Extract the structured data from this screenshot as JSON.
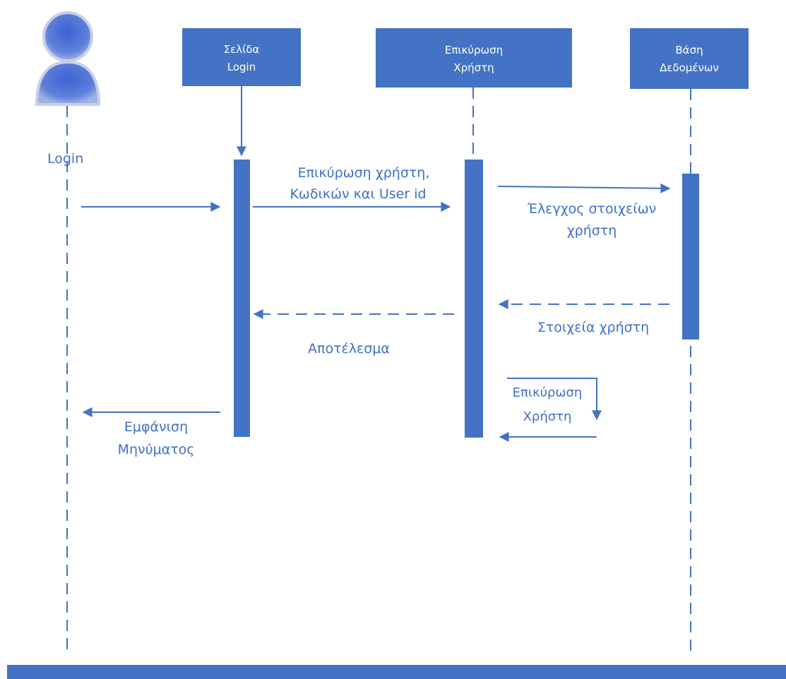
{
  "colors": {
    "primary": "#4472c4",
    "text": "#3f6fc8",
    "actor": "#6f8fd6"
  },
  "actor": {
    "icon": "user-icon",
    "label": "Login"
  },
  "lifelines": [
    {
      "id": "login-page",
      "lines": [
        "Σελίδα",
        "Login"
      ]
    },
    {
      "id": "user-validation",
      "lines": [
        "Επικύρωση",
        "Χρήστη"
      ]
    },
    {
      "id": "database",
      "lines": [
        "Βάση",
        "Δεδομένων"
      ]
    }
  ],
  "messages": {
    "validate_request": [
      "Επικύρωση χρήστη,",
      "Κωδικών και User id"
    ],
    "check_data": [
      "Έλεγχος στοιχείων",
      "χρήστη"
    ],
    "user_data": [
      "Στοιχεία χρήστη"
    ],
    "result": [
      "Αποτέλεσμα"
    ],
    "self_validate": [
      "Επικύρωση",
      "Χρήστη"
    ],
    "show_message": [
      "Εμφάνιση",
      "Μηνύματος"
    ]
  }
}
